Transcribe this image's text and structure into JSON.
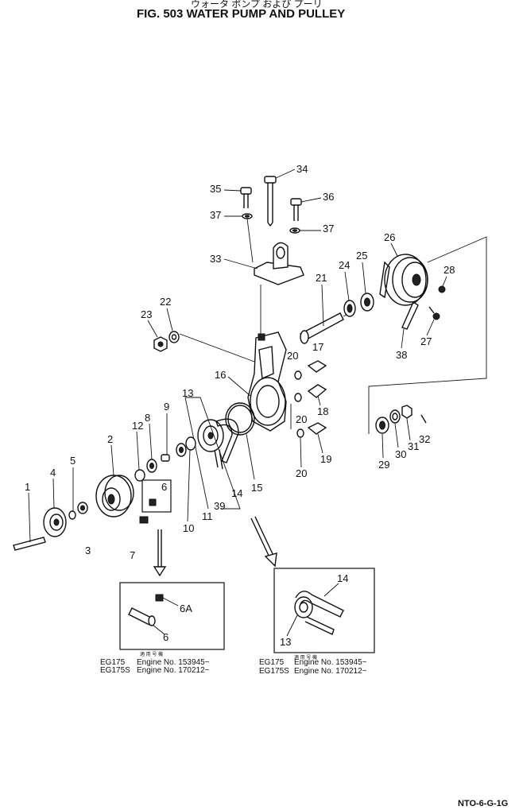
{
  "figure": {
    "subtitle": "ウォータ ポンプ および プーリ",
    "title": "FIG. 503  WATER PUMP AND PULLEY",
    "code": "NTO-6-G-1G"
  },
  "callouts": {
    "c1": "1",
    "c2": "2",
    "c3": "3",
    "c4": "4",
    "c5": "5",
    "c6": "6",
    "c7": "7",
    "c8": "8",
    "c9": "9",
    "c10": "10",
    "c11": "11",
    "c12": "12",
    "c13": "13",
    "c14": "14",
    "c15": "15",
    "c16": "16",
    "c17": "17",
    "c18": "18",
    "c19": "19",
    "c20a": "20",
    "c20b": "20",
    "c20c": "20",
    "c21": "21",
    "c22": "22",
    "c23": "23",
    "c24": "24",
    "c25": "25",
    "c26": "26",
    "c27": "27",
    "c28": "28",
    "c29": "29",
    "c30": "30",
    "c31": "31",
    "c32": "32",
    "c33": "33",
    "c34": "34",
    "c35": "35",
    "c36": "36",
    "c37a": "37",
    "c37b": "37",
    "c38": "38",
    "c39": "39"
  },
  "inset_left": {
    "c6a": "6A",
    "c6": "6",
    "header": "適 用 号 機",
    "row1_model": "EG175",
    "row1_engine": "Engine No. 153945~",
    "row2_model": "EG175S",
    "row2_engine": "Engine No. 170212~"
  },
  "inset_right": {
    "c14": "14",
    "c13": "13",
    "header": "適 用 号 機",
    "row1_model": "EG175",
    "row1_engine": "Engine No. 153945~",
    "row2_model": "EG175S",
    "row2_engine": "Engine No. 170212~"
  }
}
